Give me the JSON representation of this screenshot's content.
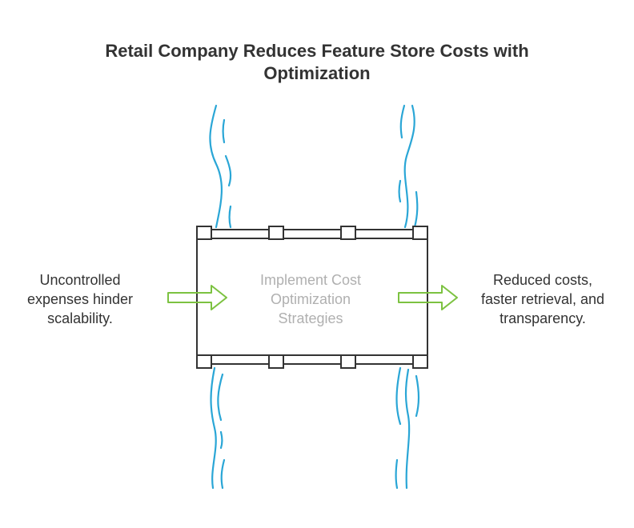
{
  "title": {
    "line1": "Retail Company Reduces Feature Store Costs with",
    "line2": "Optimization"
  },
  "input_text": {
    "line1": "Uncontrolled",
    "line2": "expenses hinder",
    "line3": "scalability."
  },
  "process_text": {
    "line1": "Implement Cost",
    "line2": "Optimization",
    "line3": "Strategies"
  },
  "output_text": {
    "line1": "Reduced costs,",
    "line2": "faster retrieval, and",
    "line3": "transparency."
  },
  "colors": {
    "stream": "#2aa6d6",
    "arrow": "#7cc241",
    "frame": "#333333",
    "text": "#333333",
    "process_text": "#b0b0b0"
  }
}
